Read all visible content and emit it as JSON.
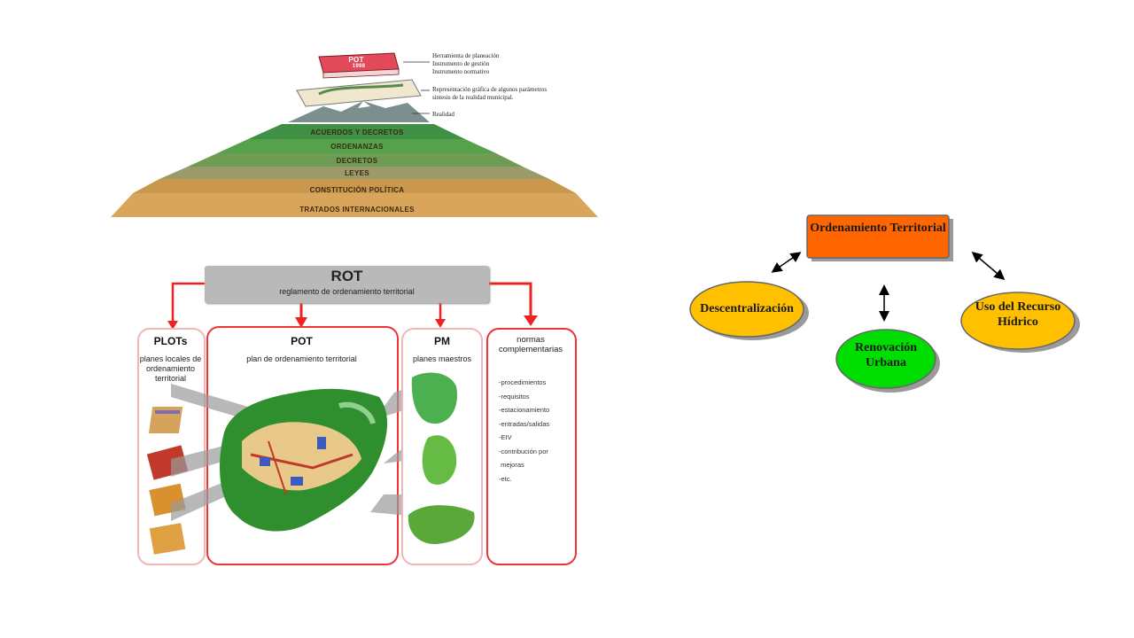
{
  "pyramid": {
    "pot_book": "POT",
    "pot_year": "1998",
    "notes": {
      "book": [
        "Herramienta de planeación",
        "Instrumento de gestión",
        "Instrumento normativo"
      ],
      "map": [
        "Representación gráfica de algunos parámetros",
        "sintesis de la realidad municipal."
      ],
      "reality": "Realidad"
    },
    "layers": [
      "ACUERDOS Y DECRETOS",
      "ORDENANZAS",
      "DECRETOS",
      "LEYES",
      "CONSTITUCIÓN POLÍTICA",
      "TRATADOS INTERNACIONALES"
    ]
  },
  "rot": {
    "title": "ROT",
    "subtitle": "reglamento de ordenamiento territorial",
    "plots": {
      "title": "PLOTs",
      "sub": "planes locales de ordenamiento territorial"
    },
    "pot": {
      "title": "POT",
      "sub": "plan de ordenamiento territorial"
    },
    "pm": {
      "title": "PM",
      "sub": "planes maestros"
    },
    "normas": {
      "title": "normas complementarias",
      "items": [
        "-procedimientos",
        "-requisitos",
        "-estacionamiento",
        "-entradas/salidas",
        "-EIV",
        "-contribución por",
        " mejoras",
        "-etc."
      ]
    }
  },
  "flow": {
    "center": "Ordenamiento Territorial",
    "left": "Descentralización",
    "bottom": "Renovación Urbana",
    "right": "Uso del Recurso Hídrico",
    "colors": {
      "center": "#ff6600",
      "left": "#ffc000",
      "bottom": "#00dd00",
      "right": "#ffc000"
    }
  }
}
